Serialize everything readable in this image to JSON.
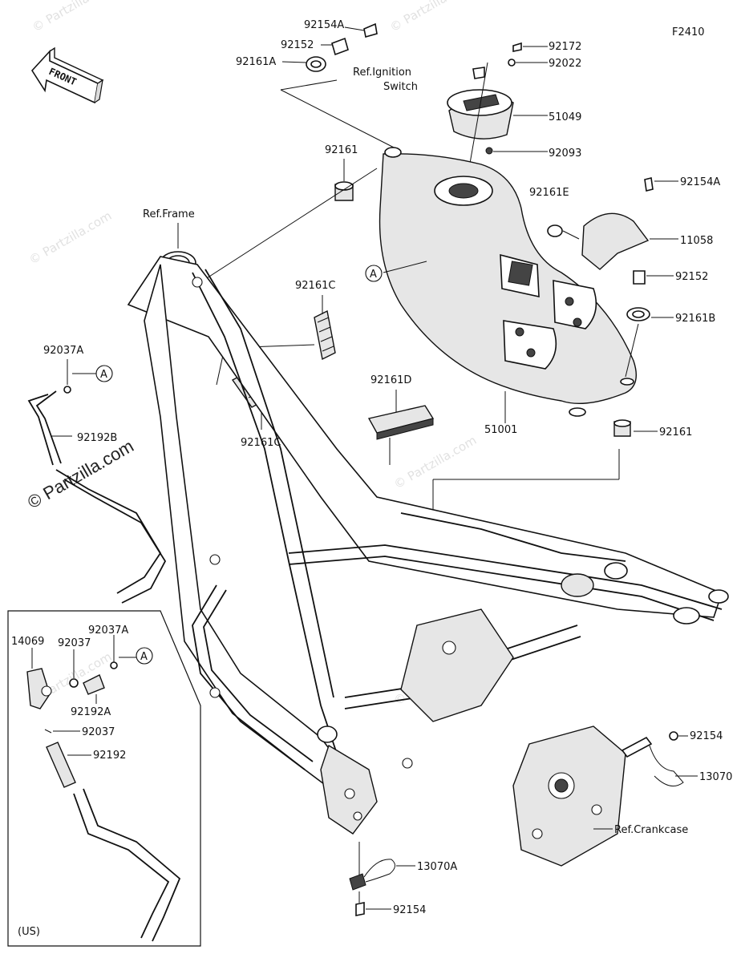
{
  "figure_code": "F2410",
  "front_arrow_label": "FRONT",
  "watermark_text": "© Partzilla.com",
  "callouts": {
    "ref_a": "A",
    "ref_a_left": "A",
    "ref_a_us": "A"
  },
  "labels": {
    "p92154A_top": "92154A",
    "p92152_top": "92152",
    "p92161A": "92161A",
    "p92172": "92172",
    "p92022": "92022",
    "ref_ignition": "Ref.Ignition",
    "ref_ignition_2": "Switch",
    "p51049": "51049",
    "p92093": "92093",
    "p92161_upper": "92161",
    "ref_frame": "Ref.Frame",
    "p92161E": "92161E",
    "p92154A_right": "92154A",
    "p11058": "11058",
    "p92152_right": "92152",
    "p92161B": "92161B",
    "p92161C_top": "92161C",
    "p92161C_bottom": "92161C",
    "p92161D": "92161D",
    "p51001": "51001",
    "p92161_lower": "92161",
    "p92037A_left": "92037A",
    "p92192B": "92192B",
    "p14069": "14069",
    "p92037_us": "92037",
    "p92037A_us": "92037A",
    "p92192A": "92192A",
    "p92037_us2": "92037",
    "p92192": "92192",
    "us_note": "(US)",
    "p92154_right": "92154",
    "p13070": "13070",
    "ref_crankcase": "Ref.Crankcase",
    "p13070A": "13070A",
    "p92154_bottom": "92154"
  },
  "colors": {
    "line": "#111111",
    "fill_light": "#e6e6e6",
    "watermark": "#c9c9c9",
    "background": "#ffffff"
  }
}
